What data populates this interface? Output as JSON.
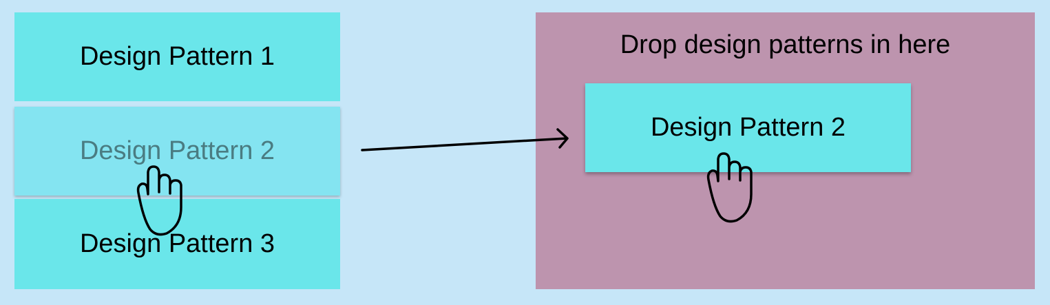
{
  "source_list": {
    "items": [
      {
        "label": "Design Pattern 1"
      },
      {
        "label": "Design Pattern 2"
      },
      {
        "label": "Design Pattern 3"
      }
    ]
  },
  "drop_zone": {
    "title": "Drop design patterns in here",
    "dropped_items": [
      {
        "label": "Design Pattern 2"
      }
    ]
  },
  "icons": {
    "cursor": "grab-hand-icon",
    "arrow": "arrow-right-icon"
  },
  "colors": {
    "background": "#c6e6f8",
    "card": "#6ae6ea",
    "card_ghost": "#84e4f1",
    "ghost_text": "#4a7c82",
    "drop_zone": "#bd94ae"
  }
}
